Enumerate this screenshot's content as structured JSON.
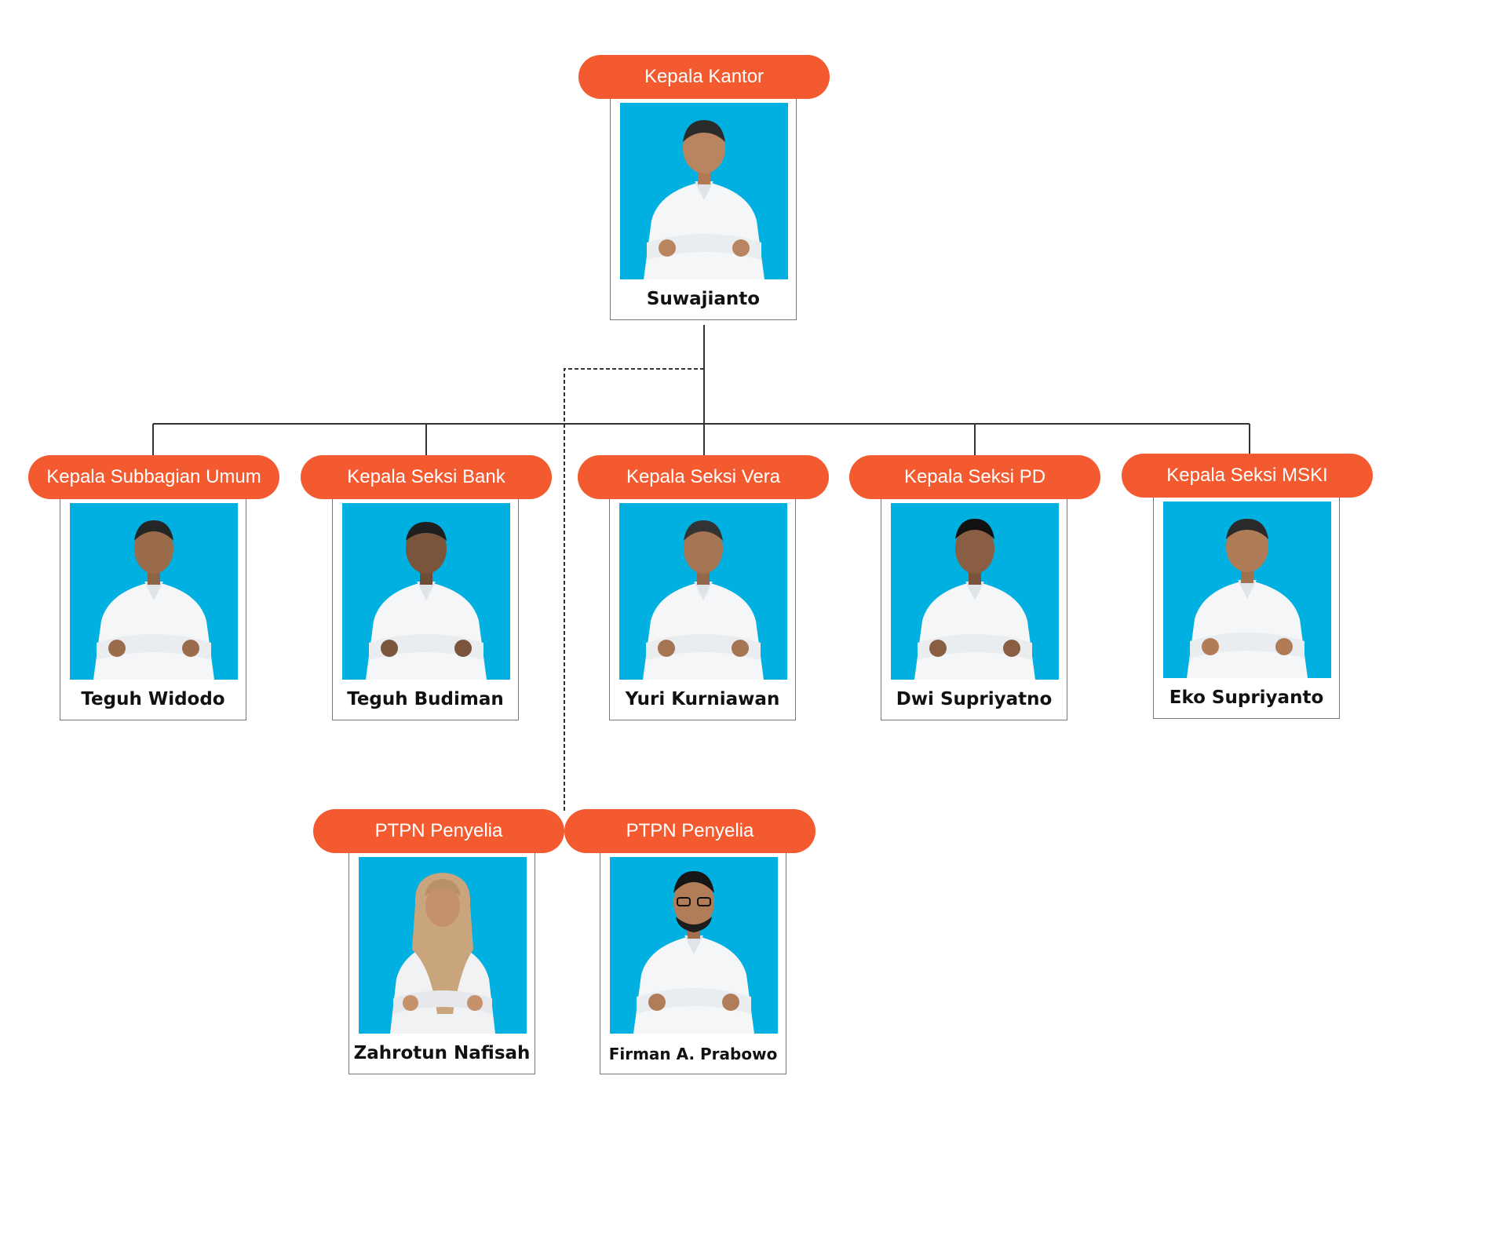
{
  "colors": {
    "pill": "#f45a2f",
    "photo_bg": "#00b0e0",
    "line": "#333333",
    "card_border": "#777777"
  },
  "head": {
    "title": "Kepala Kantor",
    "name": "Suwajianto"
  },
  "sections": [
    {
      "title": "Kepala Subbagian Umum",
      "name": "Teguh Widodo"
    },
    {
      "title": "Kepala Seksi Bank",
      "name": "Teguh Budiman"
    },
    {
      "title": "Kepala Seksi Vera",
      "name": "Yuri Kurniawan"
    },
    {
      "title": "Kepala Seksi PD",
      "name": "Dwi Supriyatno"
    },
    {
      "title": "Kepala Seksi MSKI",
      "name": "Eko Supriyanto"
    }
  ],
  "supervisors": [
    {
      "title": "PTPN Penyelia",
      "name": "Zahrotun Nafisah"
    },
    {
      "title": "PTPN Penyelia",
      "name": "Firman A. Prabowo"
    }
  ],
  "icons": {
    "portrait": "person-portrait-icon"
  }
}
